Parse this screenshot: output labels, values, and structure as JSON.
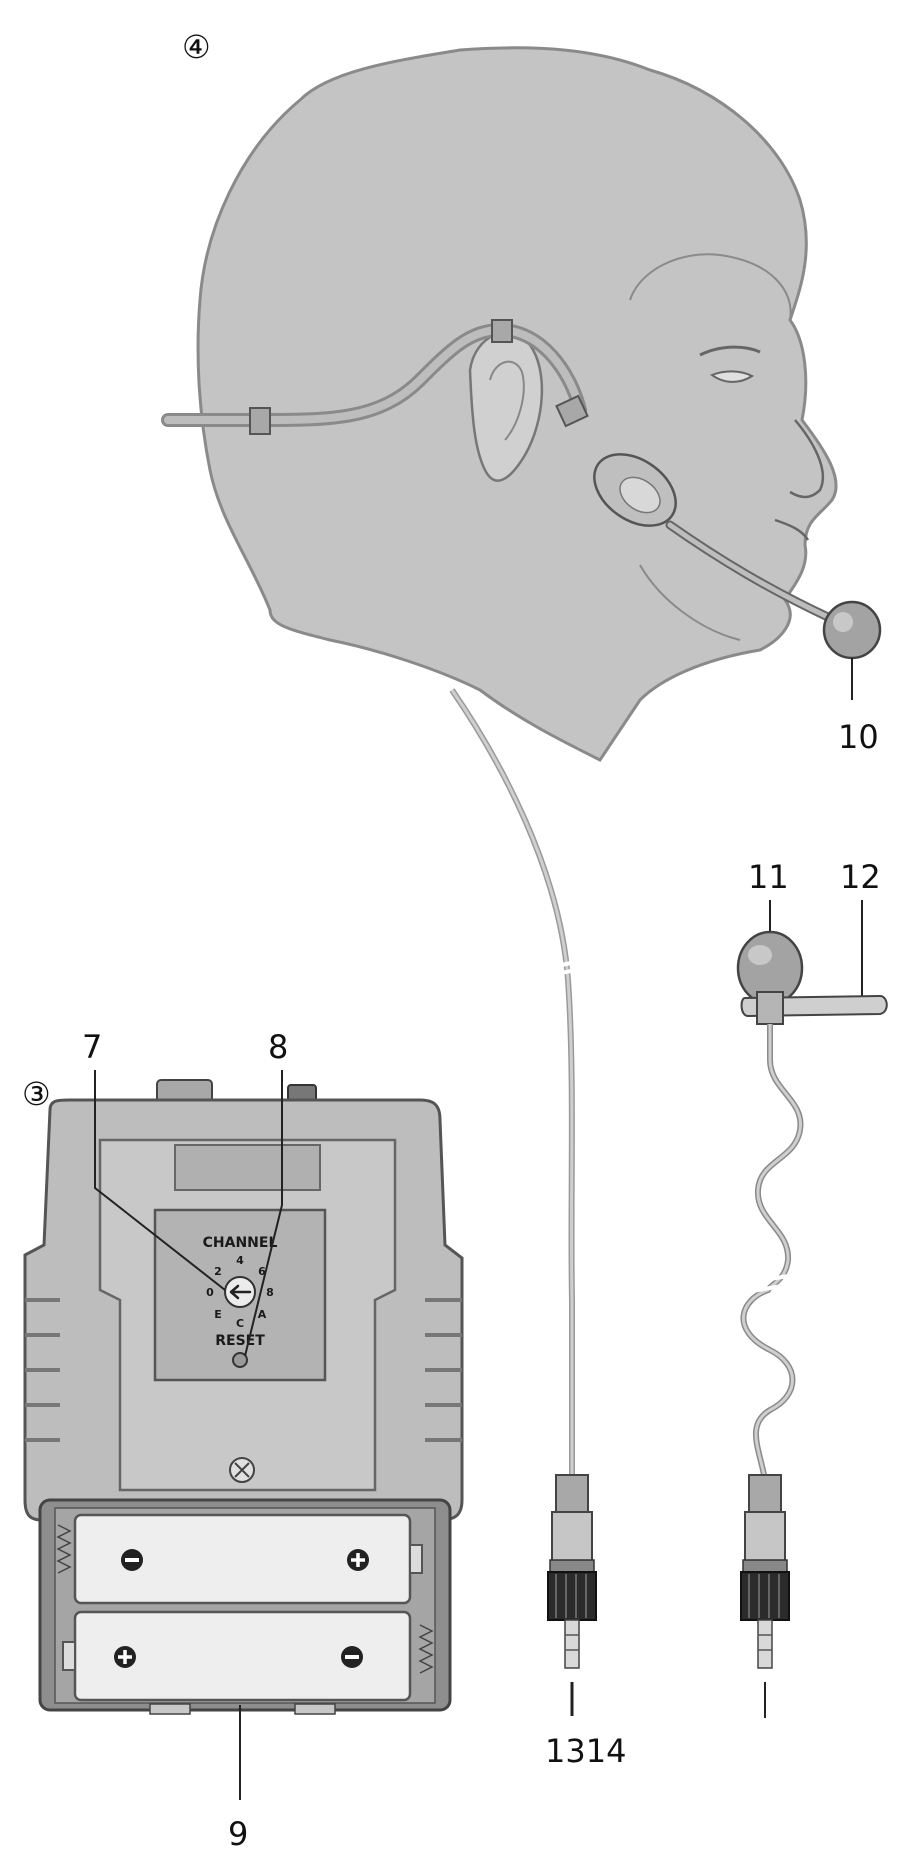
{
  "figure": {
    "headset_group_number": "④",
    "bodypack_group_number": "③"
  },
  "callouts": {
    "c7": "7",
    "c8": "8",
    "c9": "9",
    "c10": "10",
    "c11": "11",
    "c12": "12",
    "c1314": "1314"
  },
  "transmitter_panel": {
    "channel_label": "CHANNEL",
    "reset_label": "RESET",
    "dial_positions": [
      "0",
      "2",
      "4",
      "6",
      "8",
      "A",
      "C",
      "E"
    ]
  },
  "colors": {
    "silhouette": "#c4c4c4",
    "silhouette_edge": "#8a8a8a",
    "device_body": "#bdbdbd",
    "device_edge": "#555555",
    "battery": "#eeeeee",
    "cable": "#b9b9b9",
    "jack_metal": "#9e9e9e"
  }
}
